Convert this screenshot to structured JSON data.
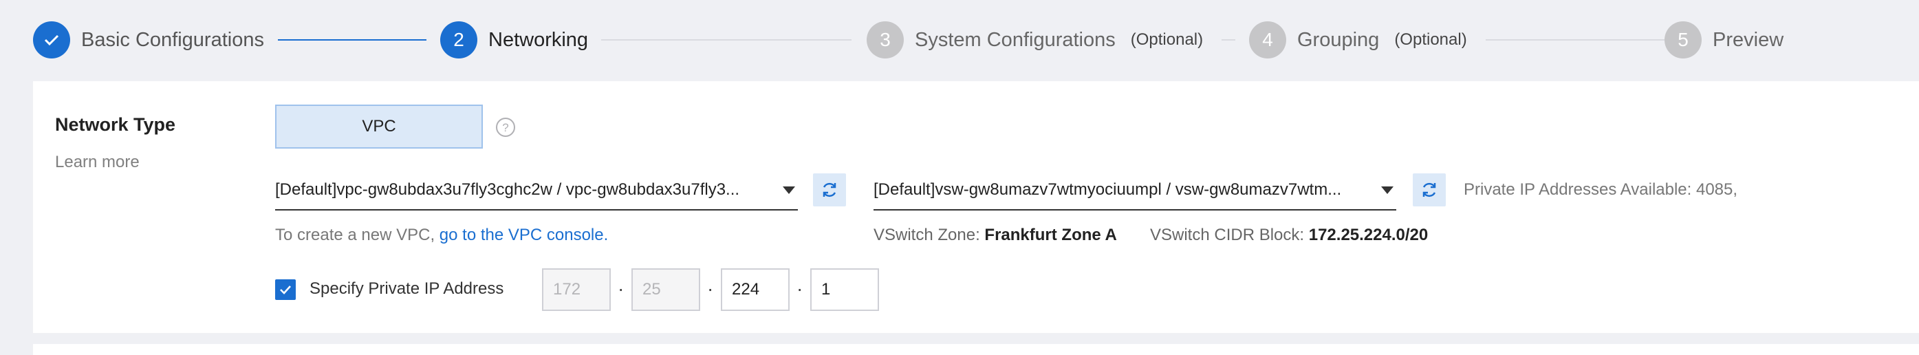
{
  "steps": [
    {
      "number": "✓",
      "label": "Basic Configurations",
      "optional": ""
    },
    {
      "number": "2",
      "label": "Networking",
      "optional": ""
    },
    {
      "number": "3",
      "label": "System Configurations",
      "optional": "(Optional)"
    },
    {
      "number": "4",
      "label": "Grouping",
      "optional": "(Optional)"
    },
    {
      "number": "5",
      "label": "Preview",
      "optional": ""
    }
  ],
  "network": {
    "title": "Network Type",
    "learn_more": "Learn more",
    "type_option": "VPC",
    "vpc_select": "[Default]vpc-gw8ubdax3u7fly3cghc2w / vpc-gw8ubdax3u7fly3...",
    "vswitch_select": "[Default]vsw-gw8umazv7wtmyociuumpl / vsw-gw8umazv7wtm...",
    "available_ips": "Private IP Addresses Available: 4085,",
    "vpc_hint_prefix": "To create a new VPC,",
    "vpc_hint_link": "go to the VPC console.",
    "zone_label": "VSwitch Zone:",
    "zone_value": "Frankfurt Zone A",
    "cidr_label": "VSwitch CIDR Block:",
    "cidr_value": "172.25.224.0/20"
  },
  "private_ip": {
    "checkbox_label": "Specify Private IP Address",
    "checked": true,
    "octets": [
      "172",
      "25",
      "224",
      "1"
    ],
    "separator": "·"
  },
  "colors": {
    "accent": "#1a6ed0",
    "inactive_step": "#c6c6c8",
    "background": "#eff0f4"
  }
}
